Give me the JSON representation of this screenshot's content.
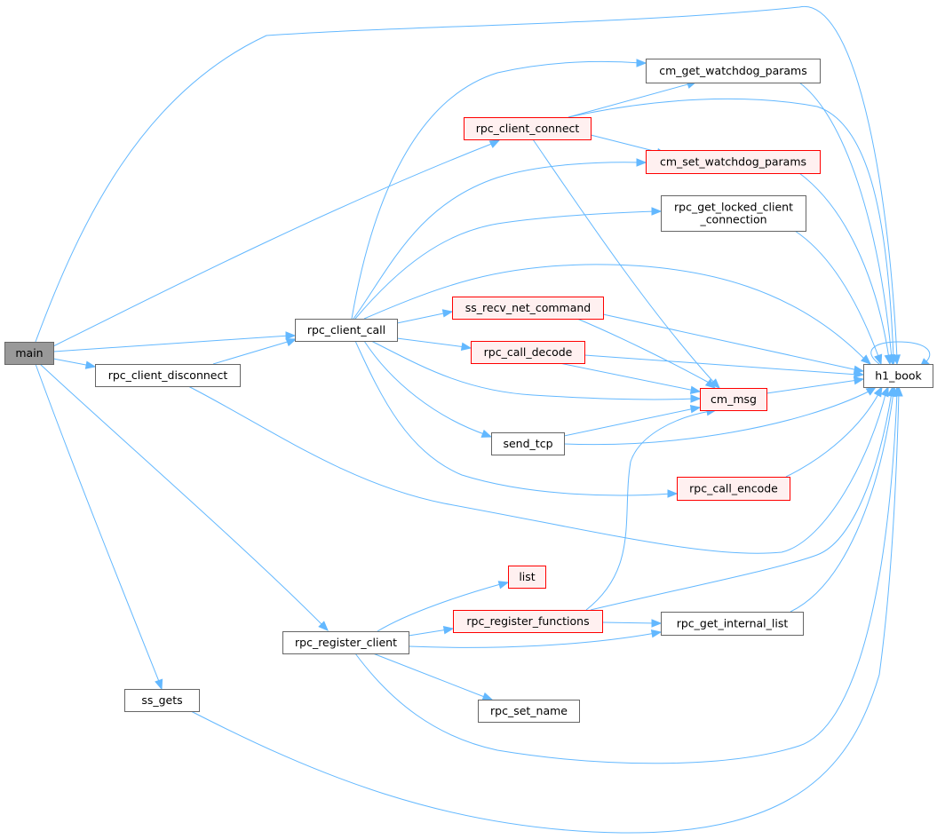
{
  "colors": {
    "edge": "#63b8ff",
    "root_fill": "#999999",
    "root_stroke": "#666666",
    "normal_fill": "#ffffff",
    "normal_stroke": "#666666",
    "truncated_fill": "#fff0f0",
    "truncated_stroke": "#ff0000",
    "text": "#000000"
  },
  "nodes": [
    {
      "id": "main",
      "label": [
        "main"
      ],
      "style": "root"
    },
    {
      "id": "rpc_client_call",
      "label": [
        "rpc_client_call"
      ],
      "style": "normal"
    },
    {
      "id": "rpc_client_disconnect",
      "label": [
        "rpc_client_disconnect"
      ],
      "style": "normal"
    },
    {
      "id": "rpc_client_connect",
      "label": [
        "rpc_client_connect"
      ],
      "style": "truncated"
    },
    {
      "id": "cm_get_watchdog_params",
      "label": [
        "cm_get_watchdog_params"
      ],
      "style": "normal"
    },
    {
      "id": "cm_set_watchdog_params",
      "label": [
        "cm_set_watchdog_params"
      ],
      "style": "truncated"
    },
    {
      "id": "rpc_get_locked_client_connection",
      "label": [
        "rpc_get_locked_client",
        "_connection"
      ],
      "style": "normal"
    },
    {
      "id": "ss_recv_net_command",
      "label": [
        "ss_recv_net_command"
      ],
      "style": "truncated"
    },
    {
      "id": "rpc_call_decode",
      "label": [
        "rpc_call_decode"
      ],
      "style": "truncated"
    },
    {
      "id": "cm_msg",
      "label": [
        "cm_msg"
      ],
      "style": "truncated"
    },
    {
      "id": "send_tcp",
      "label": [
        "send_tcp"
      ],
      "style": "normal"
    },
    {
      "id": "rpc_call_encode",
      "label": [
        "rpc_call_encode"
      ],
      "style": "truncated"
    },
    {
      "id": "h1_book",
      "label": [
        "h1_book"
      ],
      "style": "normal"
    },
    {
      "id": "list",
      "label": [
        "list"
      ],
      "style": "truncated"
    },
    {
      "id": "rpc_register_functions",
      "label": [
        "rpc_register_functions"
      ],
      "style": "truncated"
    },
    {
      "id": "rpc_get_internal_list",
      "label": [
        "rpc_get_internal_list"
      ],
      "style": "normal"
    },
    {
      "id": "rpc_register_client",
      "label": [
        "rpc_register_client"
      ],
      "style": "normal"
    },
    {
      "id": "rpc_set_name",
      "label": [
        "rpc_set_name"
      ],
      "style": "normal"
    },
    {
      "id": "ss_gets",
      "label": [
        "ss_gets"
      ],
      "style": "normal"
    }
  ],
  "edges": [
    {
      "from": "main",
      "to": "h1_book"
    },
    {
      "from": "main",
      "to": "rpc_client_connect"
    },
    {
      "from": "main",
      "to": "rpc_client_call"
    },
    {
      "from": "main",
      "to": "rpc_client_disconnect"
    },
    {
      "from": "main",
      "to": "rpc_register_client"
    },
    {
      "from": "main",
      "to": "ss_gets"
    },
    {
      "from": "rpc_client_disconnect",
      "to": "rpc_client_call"
    },
    {
      "from": "rpc_client_disconnect",
      "to": "h1_book"
    },
    {
      "from": "rpc_client_call",
      "to": "cm_get_watchdog_params"
    },
    {
      "from": "rpc_client_call",
      "to": "cm_set_watchdog_params"
    },
    {
      "from": "rpc_client_call",
      "to": "rpc_get_locked_client_connection"
    },
    {
      "from": "rpc_client_call",
      "to": "h1_book"
    },
    {
      "from": "rpc_client_call",
      "to": "ss_recv_net_command"
    },
    {
      "from": "rpc_client_call",
      "to": "rpc_call_decode"
    },
    {
      "from": "rpc_client_call",
      "to": "cm_msg"
    },
    {
      "from": "rpc_client_call",
      "to": "send_tcp"
    },
    {
      "from": "rpc_client_call",
      "to": "rpc_call_encode"
    },
    {
      "from": "rpc_client_connect",
      "to": "cm_get_watchdog_params"
    },
    {
      "from": "rpc_client_connect",
      "to": "h1_book"
    },
    {
      "from": "rpc_client_connect",
      "to": "cm_set_watchdog_params"
    },
    {
      "from": "rpc_client_connect",
      "to": "cm_msg"
    },
    {
      "from": "cm_get_watchdog_params",
      "to": "h1_book"
    },
    {
      "from": "cm_set_watchdog_params",
      "to": "h1_book"
    },
    {
      "from": "rpc_get_locked_client_connection",
      "to": "h1_book"
    },
    {
      "from": "ss_recv_net_command",
      "to": "h1_book"
    },
    {
      "from": "ss_recv_net_command",
      "to": "cm_msg"
    },
    {
      "from": "rpc_call_decode",
      "to": "h1_book"
    },
    {
      "from": "rpc_call_decode",
      "to": "cm_msg"
    },
    {
      "from": "cm_msg",
      "to": "h1_book"
    },
    {
      "from": "send_tcp",
      "to": "cm_msg"
    },
    {
      "from": "send_tcp",
      "to": "h1_book"
    },
    {
      "from": "rpc_call_encode",
      "to": "h1_book"
    },
    {
      "from": "h1_book",
      "to": "h1_book"
    },
    {
      "from": "rpc_register_client",
      "to": "list"
    },
    {
      "from": "rpc_register_client",
      "to": "rpc_register_functions"
    },
    {
      "from": "rpc_register_client",
      "to": "rpc_get_internal_list"
    },
    {
      "from": "rpc_register_client",
      "to": "rpc_set_name"
    },
    {
      "from": "rpc_register_client",
      "to": "h1_book"
    },
    {
      "from": "rpc_register_functions",
      "to": "cm_msg"
    },
    {
      "from": "rpc_register_functions",
      "to": "h1_book"
    },
    {
      "from": "rpc_register_functions",
      "to": "rpc_get_internal_list"
    },
    {
      "from": "rpc_get_internal_list",
      "to": "h1_book"
    },
    {
      "from": "ss_gets",
      "to": "h1_book"
    }
  ]
}
